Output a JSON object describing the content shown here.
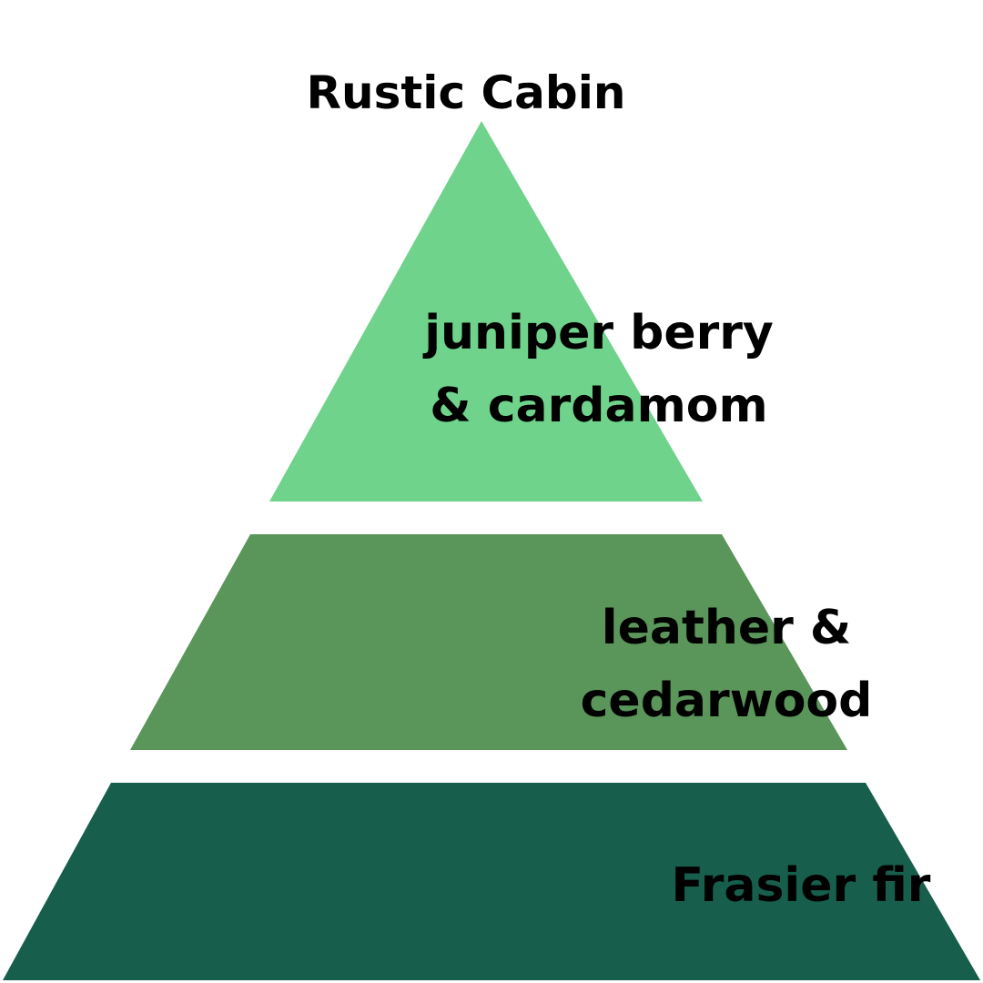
{
  "title": "Rustic Cabin",
  "tiers": [
    {
      "lines": [
        "juniper berry",
        "& cardamom"
      ],
      "color": "#6fd38c"
    },
    {
      "lines": [
        "leather &",
        "cedarwood"
      ],
      "color": "#5a9559"
    },
    {
      "lines": [
        "Frasier fir"
      ],
      "color": "#175e4c"
    }
  ]
}
